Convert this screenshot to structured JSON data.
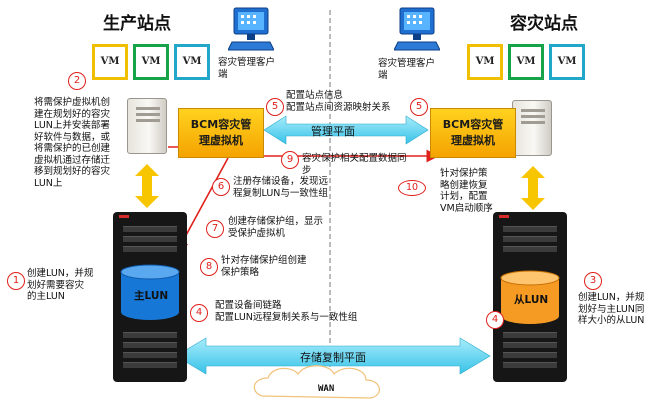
{
  "production_site": {
    "title": "生产站点"
  },
  "dr_site": {
    "title": "容灾站点"
  },
  "vm_label": "VM",
  "client_left": {
    "line1": "容灾管理客户",
    "line2": "端"
  },
  "client_right": {
    "line1": "容灾管理客户",
    "line2": "端"
  },
  "bcm_left": {
    "line1": "BCM容灾管",
    "line2": "理虚拟机"
  },
  "bcm_right": {
    "line1": "BCM容灾管",
    "line2": "理虚拟机"
  },
  "mgmt_plane": "管理平面",
  "storage_plane": "存储复制平面",
  "wan": "WAN",
  "lun_primary": "主LUN",
  "lun_secondary": "从LUN",
  "steps": {
    "s1": {
      "num": "1",
      "text": [
        "创建LUN，并规",
        "划好需要容灾",
        "的主LUN"
      ]
    },
    "s2": {
      "num": "2",
      "text": [
        "将需保护虚拟机创",
        "建在规划好的容灾",
        "LUN上并安装部署",
        "好软件与数据，或",
        "将需保护的已创建",
        "虚拟机通过存储迁",
        "移到规划好的容灾",
        "LUN上"
      ]
    },
    "s3": {
      "num": "3",
      "text": [
        "创建LUN，并规",
        "划好与主LUN同",
        "样大小的从LUN"
      ]
    },
    "s4a": {
      "num": "4",
      "text": [
        "配置设备间链路",
        "配置LUN远程复制关系与一致性组"
      ]
    },
    "s4b": {
      "num": "4"
    },
    "s5": {
      "num": "5",
      "text": [
        "配置站点信息",
        "配置站点间资源映射关系"
      ]
    },
    "s5b": {
      "num": "5"
    },
    "s6": {
      "num": "6",
      "text": [
        "注册存储设备，发现远",
        "程复制LUN与一致性组"
      ]
    },
    "s7": {
      "num": "7",
      "text": [
        "创建存储保护组，显示",
        "受保护虚拟机"
      ]
    },
    "s8": {
      "num": "8",
      "text": [
        "针对存储保护组创建",
        "保护策略"
      ]
    },
    "s9": {
      "num": "9",
      "text": [
        "容灾保护相关配置数据同",
        "步"
      ]
    },
    "s10": {
      "num": "10",
      "text": [
        "针对保护策",
        "略创建恢复",
        "计划，配置",
        "VM启动顺序"
      ]
    }
  },
  "colors": {
    "vm_yellow": "#f0c000",
    "vm_green": "#16a34a",
    "vm_blue": "#22a7c9",
    "bcm_gold": "#f5a300",
    "arrow_red": "#e0201b",
    "arrow_yellow": "#f7c600",
    "plane_cyan": "#59d7f2",
    "lun_blue": "#1677d6",
    "lun_orange": "#f59a23"
  }
}
